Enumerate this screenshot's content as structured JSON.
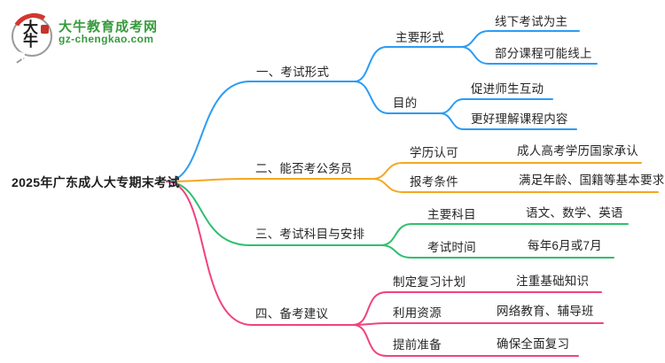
{
  "logo": {
    "title": "大牛教育成考网",
    "domain": "gz-chengkao.com",
    "icon_text": "大牛",
    "brand_green": "#379a3d",
    "brand_red": "#d2372f"
  },
  "root": {
    "label": "2025年广东成人大专期末考试"
  },
  "branches": [
    {
      "label": "一、考试形式",
      "color": "#2b9cf5",
      "subs": [
        {
          "label": "主要形式",
          "leaves": [
            "线下考试为主",
            "部分课程可能线上"
          ]
        },
        {
          "label": "目的",
          "leaves": [
            "促进师生互动",
            "更好理解课程内容"
          ]
        }
      ]
    },
    {
      "label": "二、能否考公务员",
      "color": "#f5a71f",
      "subs": [
        {
          "label": "学历认可",
          "leaves": [
            "成人高考学历国家承认"
          ]
        },
        {
          "label": "报考条件",
          "leaves": [
            "满足年龄、国籍等基本要求"
          ]
        }
      ]
    },
    {
      "label": "三、考试科目与安排",
      "color": "#2ec06e",
      "subs": [
        {
          "label": "主要科目",
          "leaves": [
            "语文、数学、英语"
          ]
        },
        {
          "label": "考试时间",
          "leaves": [
            "每年6月或7月"
          ]
        }
      ]
    },
    {
      "label": "四、备考建议",
      "color": "#f0437f",
      "subs": [
        {
          "label": "制定复习计划",
          "leaves": [
            "注重基础知识"
          ]
        },
        {
          "label": "利用资源",
          "leaves": [
            "网络教育、辅导班"
          ]
        },
        {
          "label": "提前准备",
          "leaves": [
            "确保全面复习"
          ]
        }
      ]
    }
  ]
}
